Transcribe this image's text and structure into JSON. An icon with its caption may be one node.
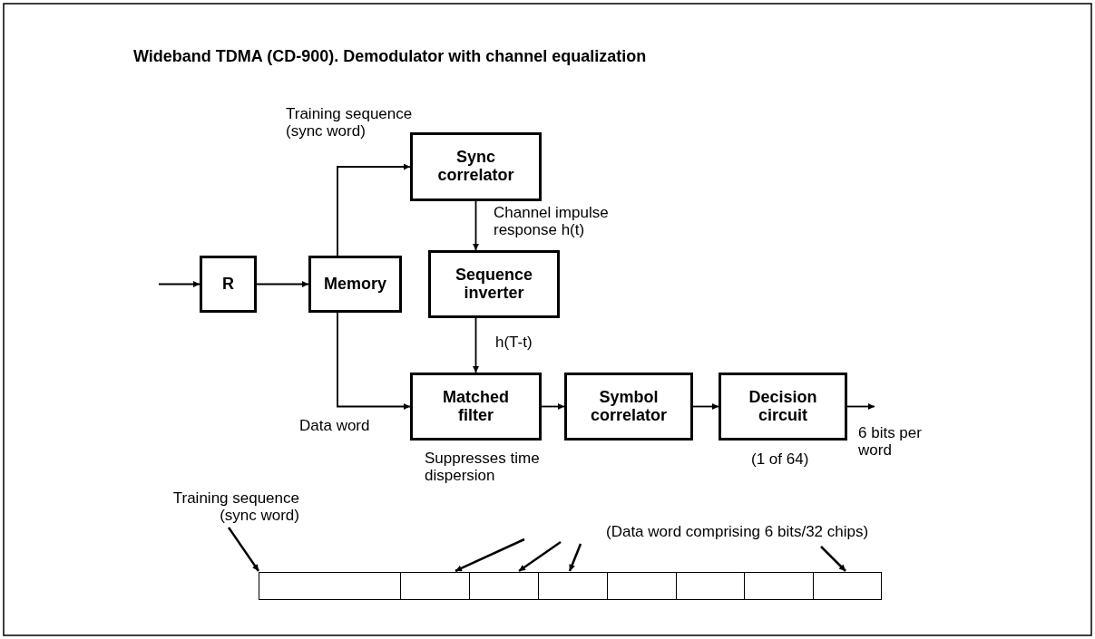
{
  "diagram": {
    "title": "Wideband TDMA (CD-900). Demodulator with channel equalization",
    "nodes": [
      {
        "text": [
          "R"
        ]
      },
      {
        "text": [
          "Memory"
        ]
      },
      {
        "text": [
          "Sync correlator"
        ]
      },
      {
        "text": [
          "Sequence inverter"
        ]
      },
      {
        "text": [
          "Matched filter"
        ],
        "beside": [
          "Suppresses time dispersion"
        ]
      },
      {
        "text": [
          "Symbol correlator"
        ]
      },
      {
        "text": [
          "Decision circuit"
        ],
        "beside": [
          "(1 of 64)"
        ]
      },
      {
        "text": [
          "Training sequence (sync word)"
        ]
      },
      {
        "text": [
          "(Data word comprising 6 bits/32 chips)"
        ]
      },
      {
        "text": [],
        "shape": "box"
      },
      {
        "text": [],
        "shape": "box"
      },
      {
        "text": [],
        "shape": "box"
      },
      {
        "text": [],
        "shape": "box"
      },
      {
        "text": [],
        "shape": "box"
      },
      {
        "text": [],
        "shape": "box"
      },
      {
        "text": [],
        "shape": "box"
      },
      {
        "text": [],
        "shape": "box"
      }
    ],
    "edges": [
      {
        "from": null,
        "to": 0,
        "arrow": "to"
      },
      {
        "from": 0,
        "to": 1,
        "arrow": "to"
      },
      {
        "from": 1,
        "to": 2,
        "arrow": "to",
        "label": "Training sequence (sync word)"
      },
      {
        "from": 2,
        "to": 3,
        "arrow": "to",
        "label": "Channel impulse response h(t)"
      },
      {
        "from": 1,
        "to": 4,
        "arrow": "to",
        "label": "Data word"
      },
      {
        "from": 3,
        "to": 4,
        "arrow": "to",
        "label": "h(T-t)"
      },
      {
        "from": 4,
        "to": 5,
        "arrow": "to"
      },
      {
        "from": 5,
        "to": 6,
        "arrow": "to"
      },
      {
        "from": 6,
        "to": null,
        "arrow": "to",
        "label": "6 bits per word"
      },
      {
        "from": 7,
        "to": 9,
        "arrow": "to"
      },
      {
        "from": null,
        "to": 10,
        "arrow": "to"
      },
      {
        "from": null,
        "to": 11,
        "arrow": "to"
      },
      {
        "from": null,
        "to": 12,
        "arrow": "to"
      },
      {
        "from": 8,
        "to": 16,
        "arrow": "to"
      }
    ]
  }
}
